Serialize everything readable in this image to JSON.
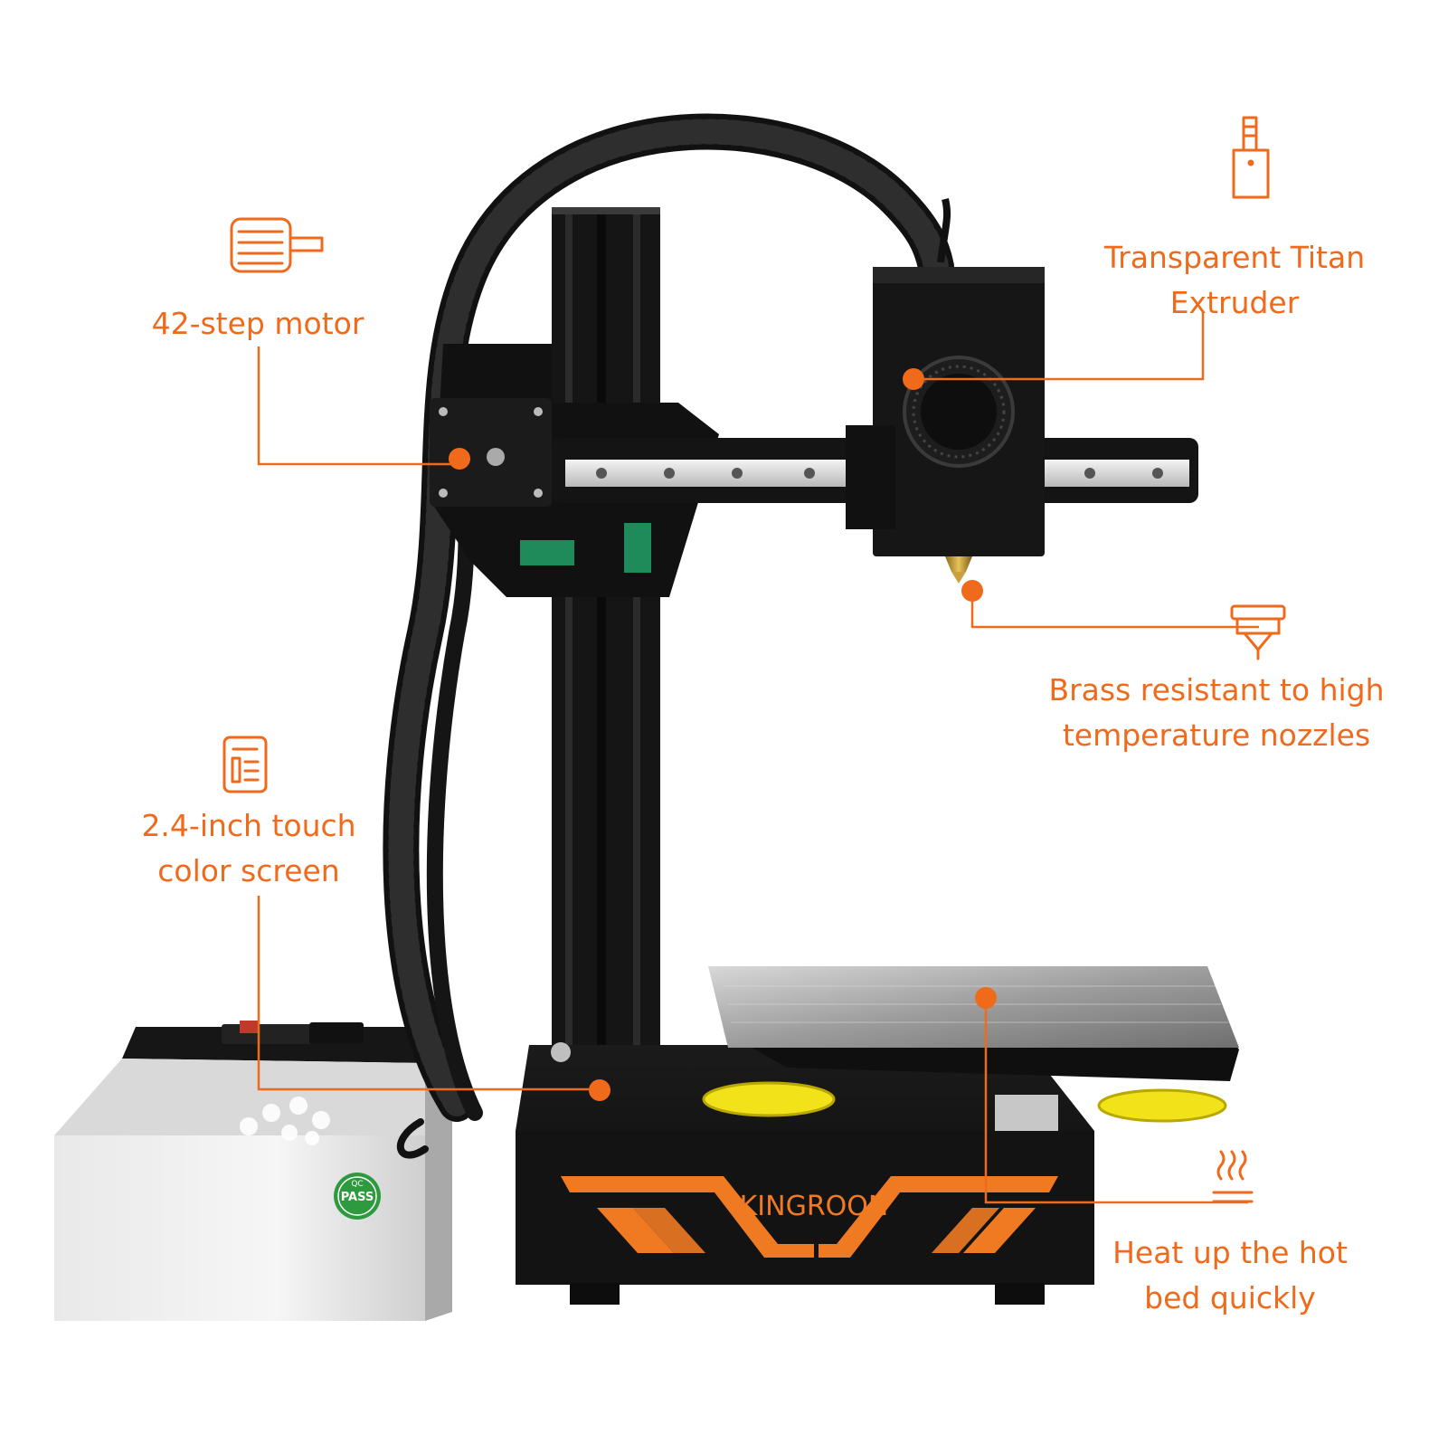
{
  "accent": "#f06a1c",
  "brand": {
    "name": "KINGROON"
  },
  "badge": {
    "top": "QC",
    "main": "PASS"
  },
  "callouts": [
    {
      "id": "motor",
      "text": "42-step motor",
      "icon": "stepper-motor-icon"
    },
    {
      "id": "extruder",
      "text": "Transparent Titan\nExtruder",
      "icon": "extruder-icon"
    },
    {
      "id": "nozzle",
      "text": "Brass resistant to high\ntemperature nozzles",
      "icon": "nozzle-icon"
    },
    {
      "id": "screen",
      "text": "2.4-inch touch\ncolor screen",
      "icon": "touch-screen-icon"
    },
    {
      "id": "bed",
      "text": "Heat up the hot\nbed quickly",
      "icon": "heated-bed-icon"
    }
  ]
}
